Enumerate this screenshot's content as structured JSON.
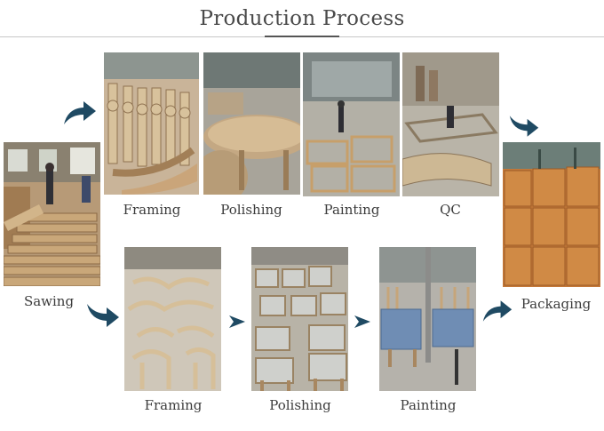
{
  "header": {
    "title": "Production Process"
  },
  "steps": {
    "sawing": "Sawing",
    "top_framing": "Framing",
    "top_polishing": "Polishing",
    "top_painting": "Painting",
    "top_qc": "QC",
    "bottom_framing": "Framing",
    "bottom_polishing": "Polishing",
    "bottom_painting": "Painting",
    "packaging": "Packaging"
  },
  "colors": {
    "arrow": "#1f4a63",
    "rule": "#c8c8c8"
  }
}
